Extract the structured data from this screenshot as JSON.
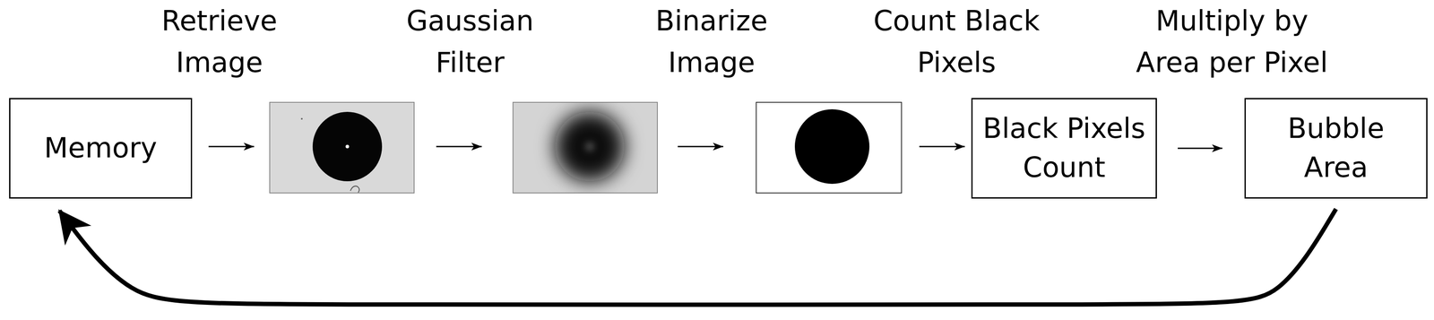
{
  "diagram": {
    "nodes": [
      {
        "text": [
          "Memory"
        ]
      },
      {
        "text": [
          "Black Pixels Count"
        ]
      },
      {
        "text": [
          "Bubble Area"
        ]
      }
    ],
    "edges": [
      {
        "from": 1,
        "to": 2,
        "arrow": "to",
        "label": "Multiply by Area per Pixel"
      },
      {
        "from": 2,
        "to": 0,
        "arrow": "to"
      }
    ],
    "labels": [
      "Retrieve Image",
      "Gaussian Filter",
      "Binarize Image",
      "Count Black Pixels"
    ]
  }
}
